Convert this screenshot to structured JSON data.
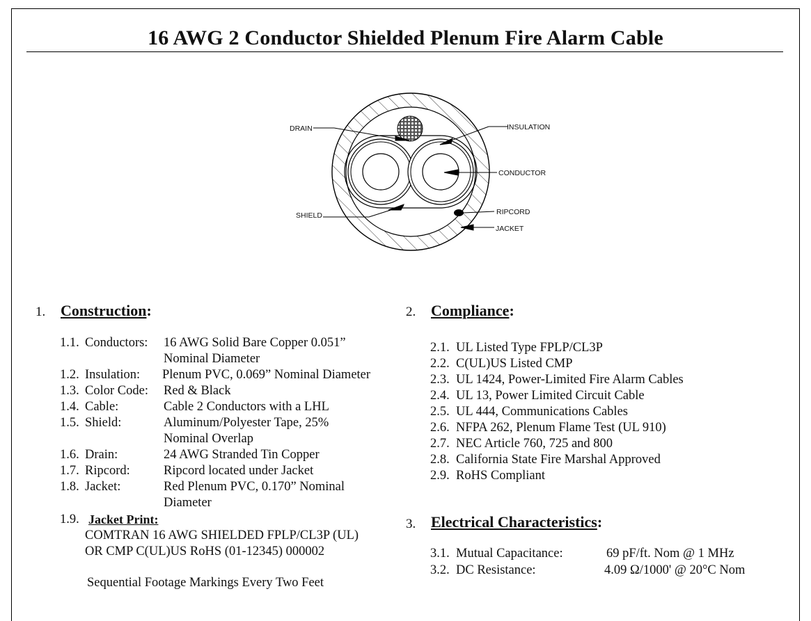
{
  "title": "16 AWG 2 Conductor Shielded Plenum Fire Alarm Cable",
  "diagram": {
    "labels": {
      "drain": "DRAIN",
      "insulation": "INSULATION",
      "conductor": "CONDUCTOR",
      "shield": "SHIELD",
      "ripcord": "RIPCORD",
      "jacket": "JACKET"
    }
  },
  "construction": {
    "num": "1.",
    "heading": "Construction",
    "items": [
      {
        "num": "1.1.",
        "label": "Conductors:",
        "value": "16 AWG Solid Bare Copper 0.051”",
        "value2": "Nominal Diameter"
      },
      {
        "num": "1.2.",
        "label": "Insulation:",
        "value": "Plenum PVC, 0.069” Nominal Diameter"
      },
      {
        "num": "1.3.",
        "label": "Color Code:",
        "value": "Red & Black"
      },
      {
        "num": "1.4.",
        "label": "Cable:",
        "value": "Cable 2 Conductors with a LHL"
      },
      {
        "num": "1.5.",
        "label": "Shield:",
        "value": "Aluminum/Polyester Tape, 25%",
        "value2": "Nominal Overlap"
      },
      {
        "num": "1.6.",
        "label": "Drain:",
        "value": "24 AWG Stranded Tin Copper"
      },
      {
        "num": "1.7.",
        "label": "Ripcord:",
        "value": "Ripcord located under Jacket"
      },
      {
        "num": "1.8.",
        "label": "Jacket:",
        "value": "Red Plenum PVC, 0.170” Nominal",
        "value2": "Diameter"
      }
    ],
    "jacket_print": {
      "num": "1.9.",
      "heading": "Jacket Print:",
      "line1": "COMTRAN 16 AWG SHIELDED FPLP/CL3P (UL)",
      "line2": "OR CMP C(UL)US   RoHS  (01-12345)  000002",
      "footer": "Sequential Footage Markings Every Two Feet"
    }
  },
  "compliance": {
    "num": "2.",
    "heading": "Compliance",
    "items": [
      {
        "num": "2.1.",
        "text": "UL Listed Type FPLP/CL3P"
      },
      {
        "num": "2.2.",
        "text": "C(UL)US Listed CMP"
      },
      {
        "num": "2.3.",
        "text": "UL 1424, Power-Limited Fire Alarm Cables"
      },
      {
        "num": "2.4.",
        "text": "UL 13, Power Limited Circuit Cable"
      },
      {
        "num": "2.5.",
        "text": "UL 444, Communications Cables"
      },
      {
        "num": "2.6.",
        "text": "NFPA 262, Plenum Flame Test (UL 910)"
      },
      {
        "num": "2.7.",
        "text": "NEC Article  760, 725 and 800"
      },
      {
        "num": "2.8.",
        "text": "California State Fire Marshal Approved"
      },
      {
        "num": "2.9.",
        "text": "RoHS Compliant"
      }
    ]
  },
  "electrical": {
    "num": "3.",
    "heading": "Electrical Characteristics",
    "items": [
      {
        "num": "3.1.",
        "label": "Mutual Capacitance:",
        "value": "69 pF/ft. Nom @ 1 MHz"
      },
      {
        "num": "3.2.",
        "label": "DC Resistance:",
        "value": "4.09 Ω/1000' @ 20°C Nom"
      }
    ]
  }
}
